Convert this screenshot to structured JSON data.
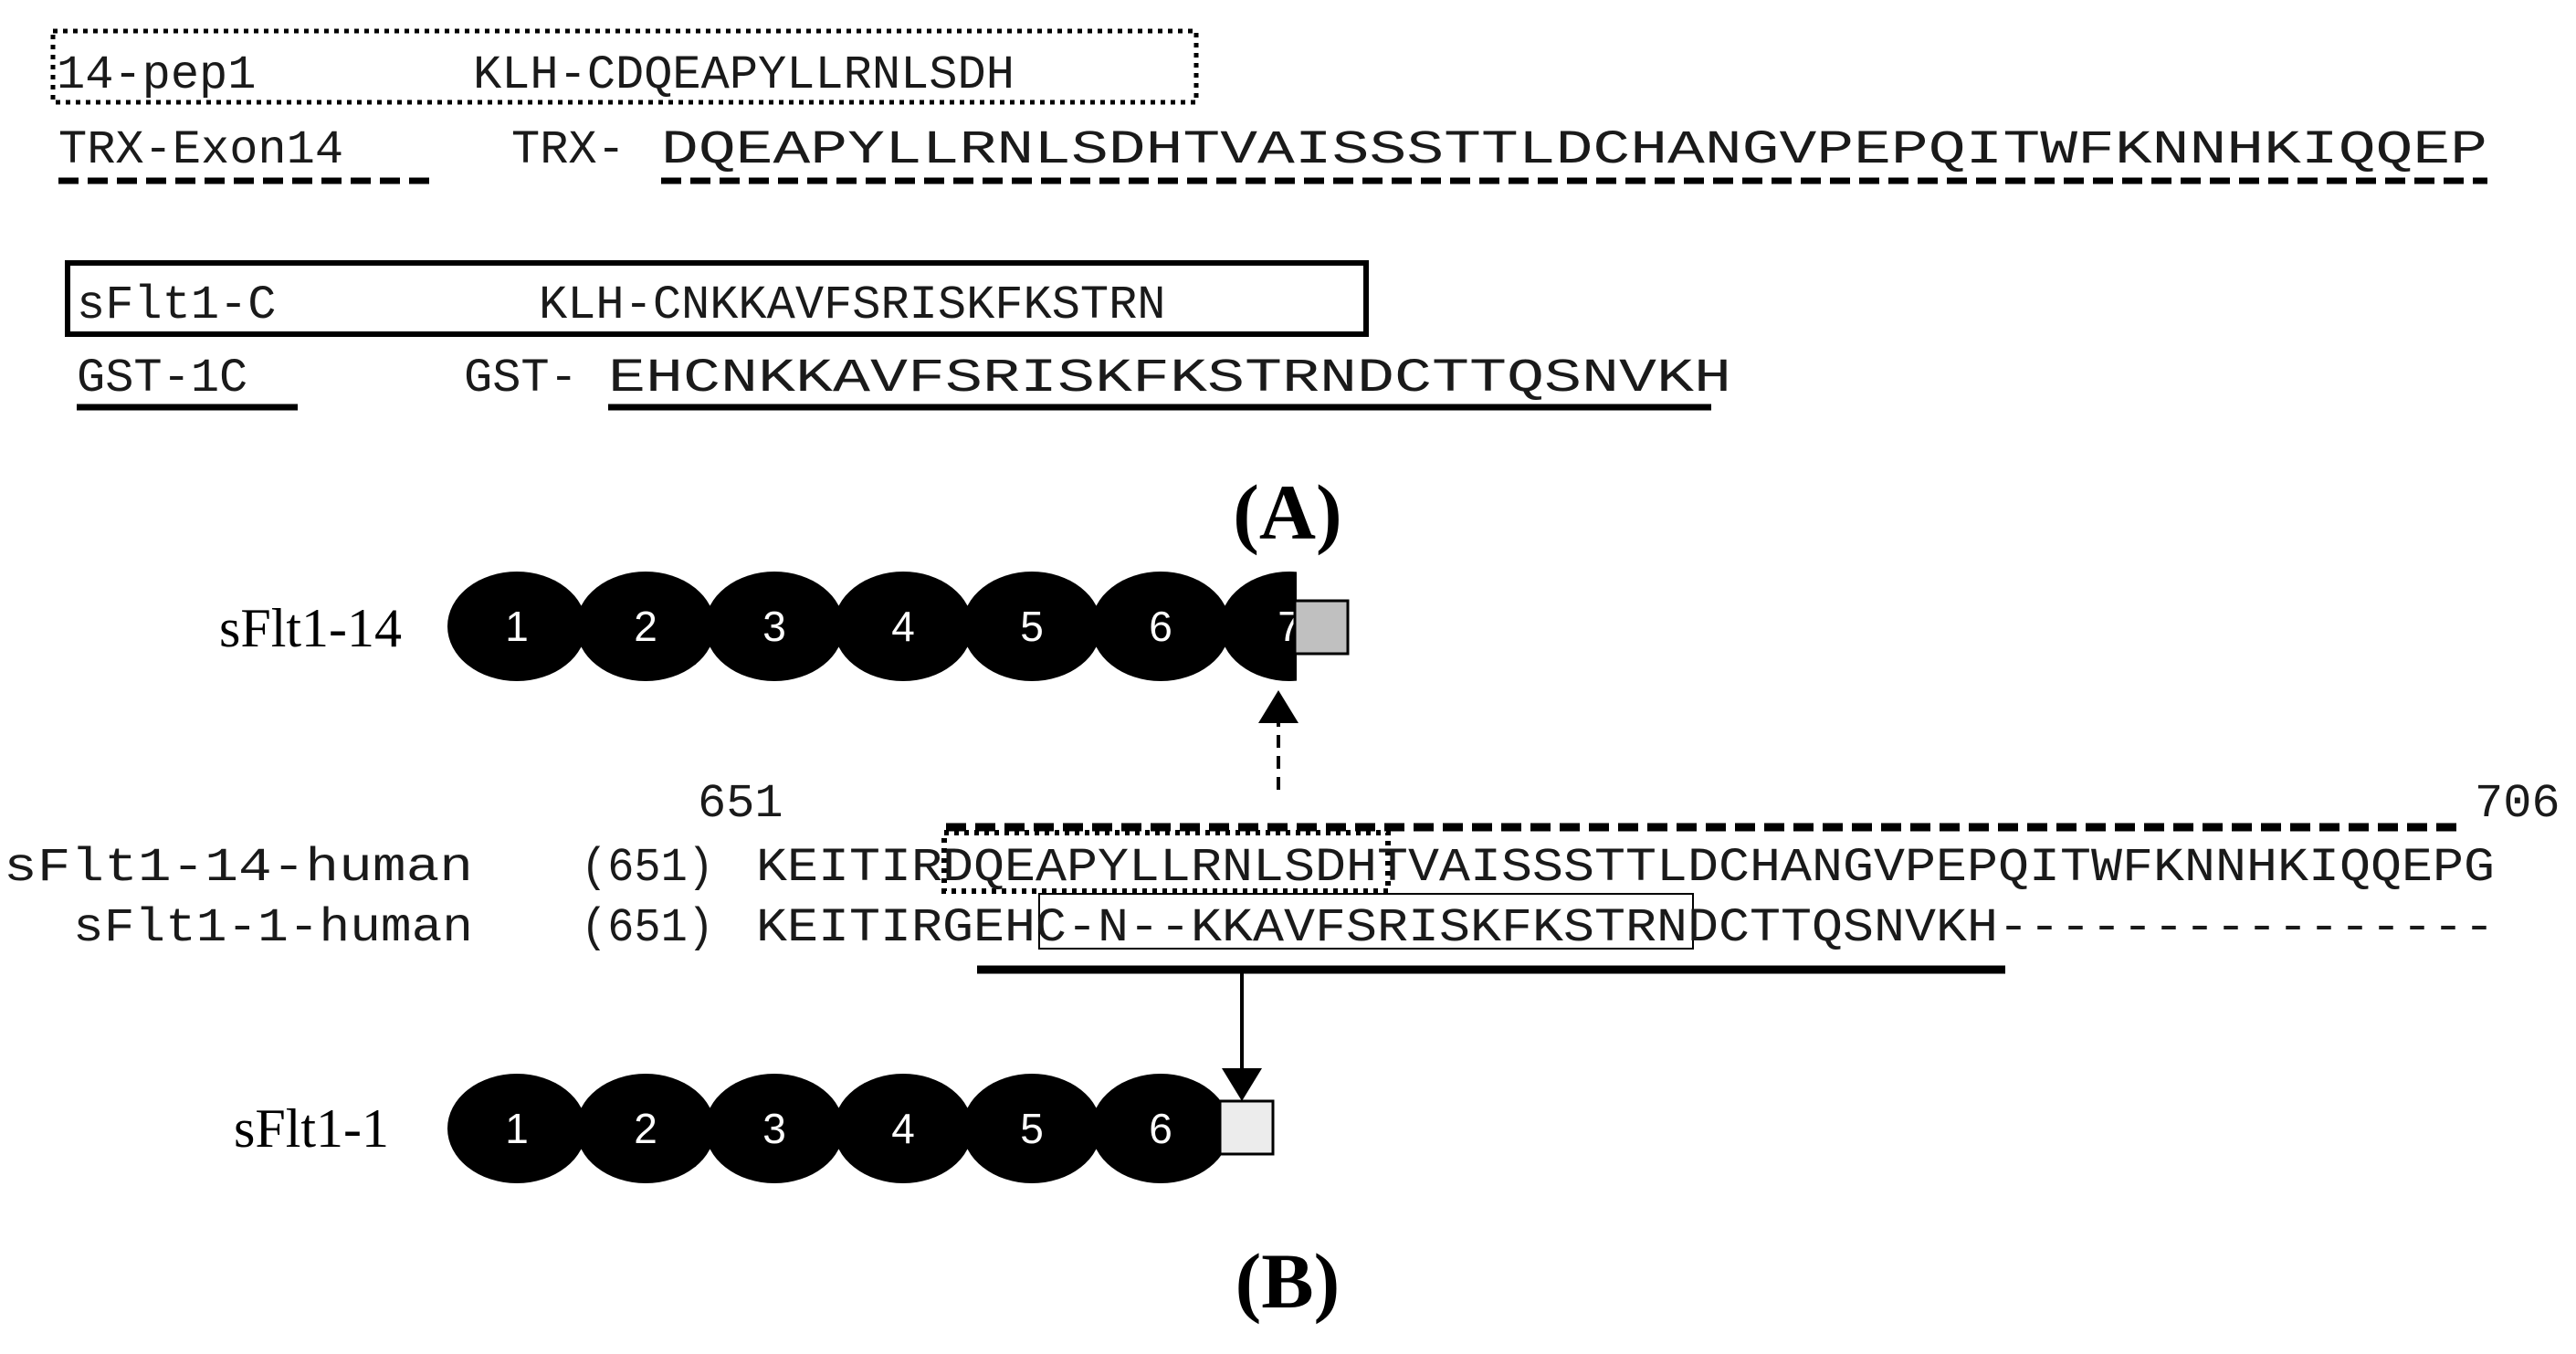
{
  "panel_a": {
    "label": "(A)",
    "peptide_14_name": "14-pep1",
    "peptide_14_seq": "KLH-CDQEAPYLLRNLSDH",
    "trx_name": "TRX-Exon14",
    "trx_prefix": "TRX-",
    "trx_seq": "DQEAPYLLRNLSDHTVAISSSTTLDCHANGVPEPQITWFKNNHKIQQEP",
    "sflt1c_name": "sFlt1-C",
    "sflt1c_seq": "KLH-CNKKAVFSRISKFKSTRN",
    "gst_name": "GST-1C",
    "gst_prefix": "GST-",
    "gst_seq": "EHCNKKAVFSRISKFKSTRNDCTTQSNVKH"
  },
  "panel_b": {
    "label": "(B)",
    "isoform_14_label": "sFlt1-14",
    "isoform_1_label": "sFlt1-1",
    "domains_14": [
      "1",
      "2",
      "3",
      "4",
      "5",
      "6",
      "7"
    ],
    "domains_1": [
      "1",
      "2",
      "3",
      "4",
      "5",
      "6"
    ],
    "pos_start": "651",
    "pos_end": "706",
    "align_14_name": "sFlt1-14-human",
    "align_14_pos": "(651)",
    "align_14_seq": "KEITIRDQEAPYLLRNLSDHTVAISSSTTLDCHANGVPEPQITWFKNNHKIQQEPG",
    "align_1_name": "sFlt1-1-human",
    "align_1_pos": "(651)",
    "align_1_seq": "KEITIRGEHC-N--KKAVFSRISKFKSTRNDCTTQSNVKH----------------"
  },
  "colors": {
    "domain_fill": "#000000",
    "tail_14_fill": "#c0c0c0",
    "tail_1_fill": "#ececec",
    "text": "#1a1a1a"
  }
}
